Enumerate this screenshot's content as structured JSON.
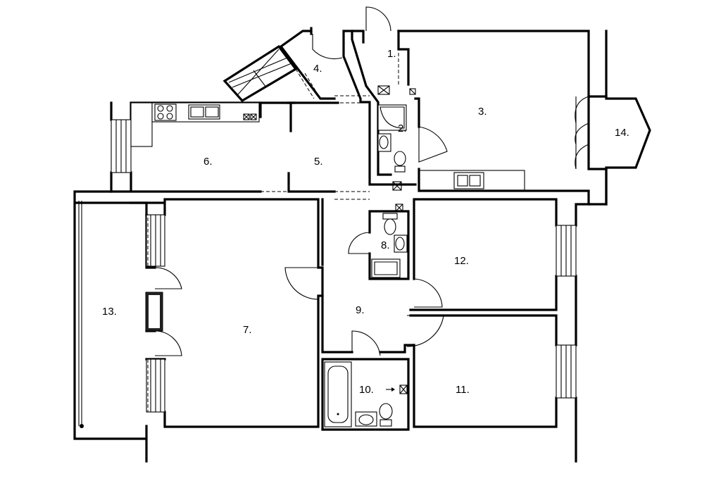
{
  "floor_plan": {
    "rooms": [
      {
        "id": "r1",
        "label": "1."
      },
      {
        "id": "r2",
        "label": "2."
      },
      {
        "id": "r3",
        "label": "3."
      },
      {
        "id": "r4",
        "label": "4."
      },
      {
        "id": "r5",
        "label": "5."
      },
      {
        "id": "r6",
        "label": "6."
      },
      {
        "id": "r7",
        "label": "7."
      },
      {
        "id": "r8",
        "label": "8."
      },
      {
        "id": "r9",
        "label": "9."
      },
      {
        "id": "r10",
        "label": "10."
      },
      {
        "id": "r11",
        "label": "11."
      },
      {
        "id": "r12",
        "label": "12."
      },
      {
        "id": "r13",
        "label": "13."
      },
      {
        "id": "r14",
        "label": "14."
      }
    ],
    "fixtures": [
      "stove",
      "kitchen-sink",
      "bathtub",
      "toilet",
      "washbasin",
      "shower",
      "ventilation"
    ]
  }
}
